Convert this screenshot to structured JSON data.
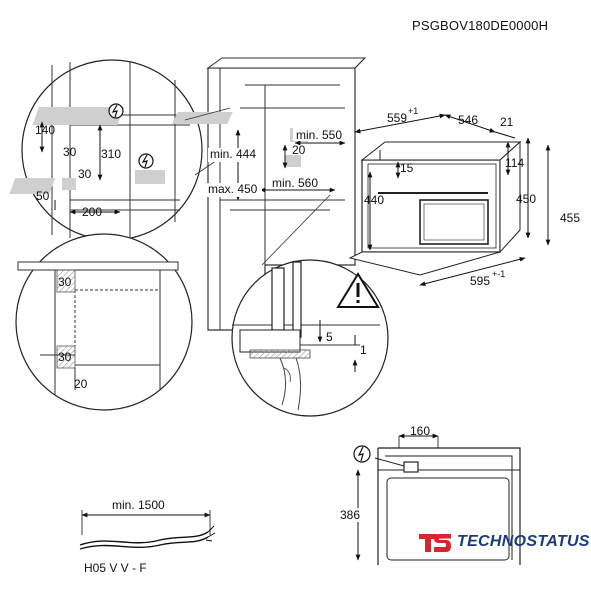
{
  "model_code": "PSGBOV180DE0000H",
  "dims": {
    "d140": "140",
    "d30a": "30",
    "d310": "310",
    "d30b": "30",
    "d50": "50",
    "d200": "200",
    "d30c": "30",
    "d30d": "30",
    "d20a": "20",
    "min444": "min. 444",
    "max450": "max. 450",
    "min550": "min. 550",
    "d20b": "20",
    "min560": "min. 560",
    "d559": "559",
    "d559_sup": "+1",
    "d546": "546",
    "d21": "21",
    "d15": "15",
    "d114": "114",
    "d440": "440",
    "d450": "450",
    "d455": "455",
    "d595": "595",
    "d595_sup": "+-1",
    "d5": "5",
    "d1": "1",
    "d160": "160",
    "d386": "386",
    "min1500": "min. 1500",
    "cable": "H05 V V - F"
  },
  "brand": {
    "name": "TECHNOSTATUS",
    "logo_color": "#d7262e",
    "text_color": "#1b3a7a"
  }
}
